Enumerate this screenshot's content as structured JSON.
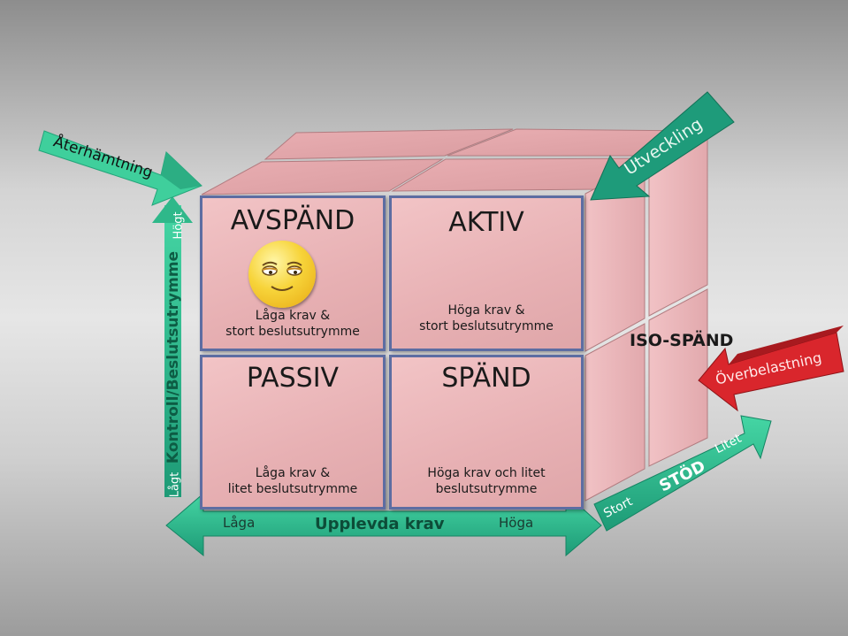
{
  "quadrants": {
    "top_left": {
      "title": "AVSPÄND",
      "desc_line1": "Låga krav &",
      "desc_line2": "stort beslutsutrymme"
    },
    "top_right": {
      "title": "AKTIV",
      "desc_line1": "Höga krav &",
      "desc_line2": "stort beslutsutrymme"
    },
    "bottom_left": {
      "title": "PASSIV",
      "desc_line1": "Låga krav &",
      "desc_line2": "litet beslutsutrymme"
    },
    "bottom_right": {
      "title": "SPÄND",
      "desc_line1": "Höga krav och litet",
      "desc_line2": "beslutsutrymme"
    }
  },
  "side_label": "ISO-SPÄND",
  "axes": {
    "y": {
      "title": "Kontroll/Beslutsutrymme",
      "high": "Högt",
      "low": "Lågt"
    },
    "x": {
      "title": "Upplevda krav",
      "low": "Låga",
      "high": "Höga"
    },
    "z": {
      "title": "STÖD",
      "start": "Stort",
      "end": "Litet"
    }
  },
  "arrows": {
    "recovery": "Återhämtning",
    "development": "Utveckling",
    "overload": "Överbelastning"
  },
  "icons": {
    "face": "smiley-face-icon"
  },
  "colors": {
    "cell_fill": "#e8b4b6",
    "cell_border": "#5d6da2",
    "arrow_teal": "#1e9b7a",
    "arrow_light_green": "#3fcf9c",
    "arrow_red": "#d9262c"
  }
}
